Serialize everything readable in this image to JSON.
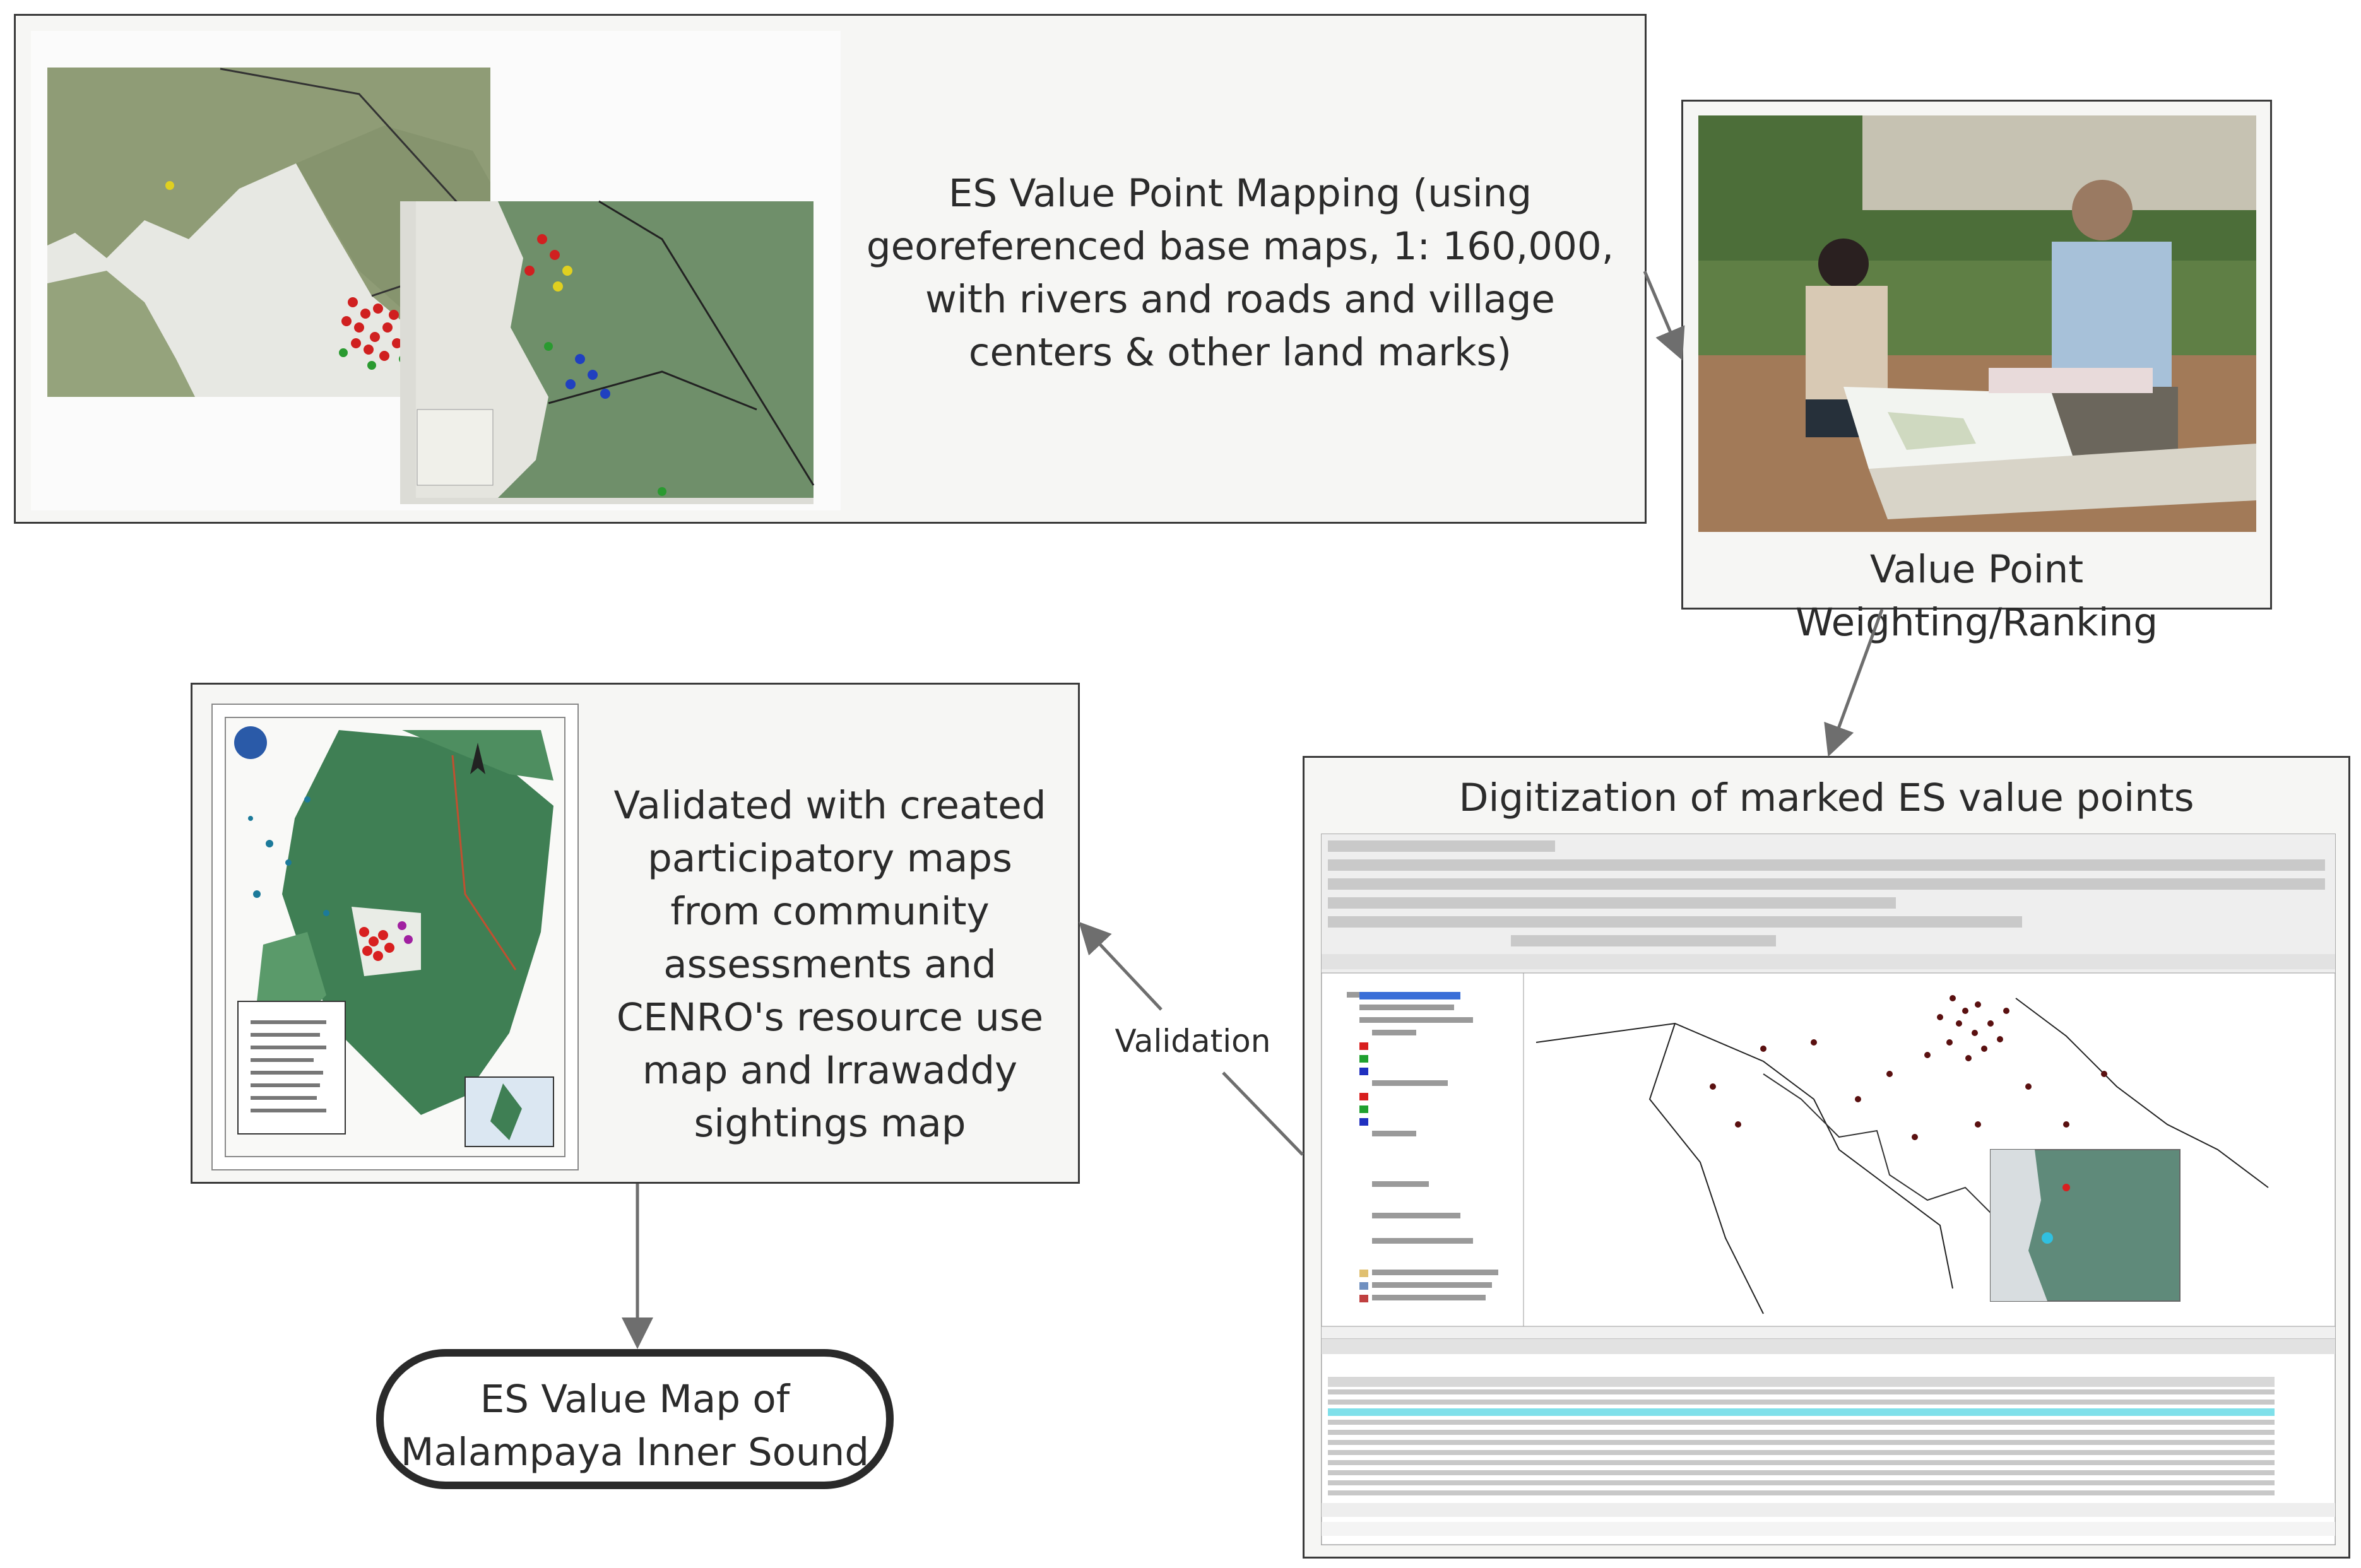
{
  "boxes": {
    "mapping": "ES Value Point Mapping (using georeferenced base maps, 1: 160,000, with rivers and roads and village centers & other land marks)",
    "weighting": "Value Point Weighting/Ranking",
    "digitization": "Digitization of marked ES value points",
    "validated": "Validated with created participatory maps from community assessments and CENRO's resource use map and Irrawaddy sightings map",
    "final_line1": "ES Value Map of",
    "final_line2": "Malampaya Inner Sound"
  },
  "edges": {
    "validation": "Validation"
  },
  "colors": {
    "border": "#3a3a3a",
    "box_fill": "#f6f6f4",
    "arrow": "#6e6e6e",
    "map_green": "#6f8f6a",
    "point_red": "#d82020"
  },
  "icons": [
    "paper-map-photo",
    "field-interview-photo",
    "gis-screenshot",
    "resource-use-map"
  ]
}
